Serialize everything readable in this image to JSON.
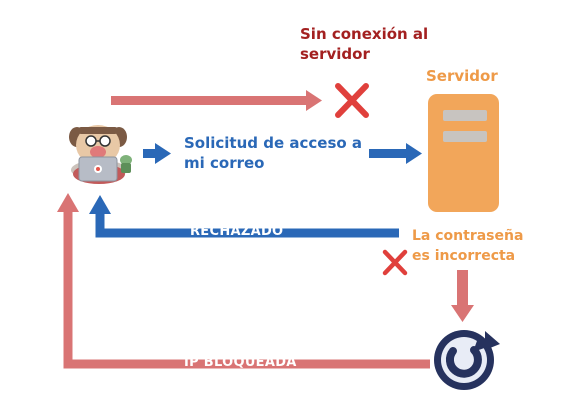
{
  "labels": {
    "error_line1": "Sin conexión al",
    "error_line2": "servidor",
    "server": "Servidor",
    "request_line1": "Solicitud de acceso a",
    "request_line2": "mi correo",
    "rejected": "RECHAZADO",
    "password_line1": "La contraseña",
    "password_line2": "es incorrecta",
    "ip_blocked": "IP BLOQUEADA"
  },
  "icons": {
    "user": "user-with-laptop-icon",
    "server": "server-icon",
    "error": "error-x-icon",
    "block": "refresh-icon"
  },
  "colors": {
    "red_arrow": "#d97474",
    "blue_arrow": "#2a68b7",
    "server_orange": "#f2a65a",
    "error_red": "#e0403c",
    "error_text": "#a32020",
    "circle_navy": "#26325e"
  }
}
